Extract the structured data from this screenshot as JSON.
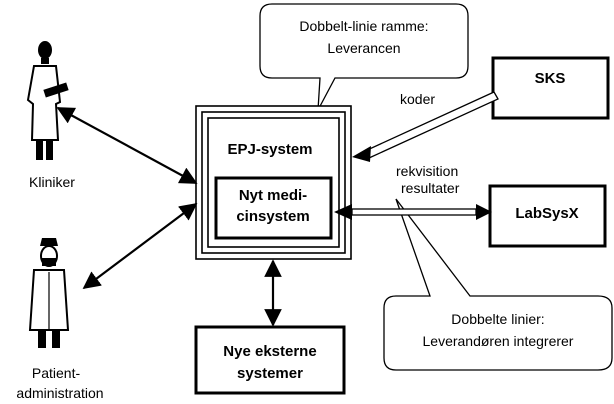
{
  "callout_top": {
    "line1": "Dobbelt-linie ramme:",
    "line2": "Leverancen"
  },
  "callout_bottom": {
    "line1": "Dobbelte linier:",
    "line2": "Leverandøren integrerer"
  },
  "sks": {
    "label": "SKS"
  },
  "epj": {
    "label": "EPJ-system"
  },
  "medicin": {
    "line1": "Nyt medi-",
    "line2": "cinsystem"
  },
  "labsys": {
    "label": "LabSysX"
  },
  "eksterne": {
    "line1": "Nye eksterne",
    "line2": "systemer"
  },
  "edges": {
    "koder": "koder",
    "rekvisition": "rekvisition",
    "resultater": "resultater"
  },
  "actors": {
    "kliniker": "Kliniker",
    "patient_line1": "Patient-",
    "patient_line2": "administration"
  }
}
